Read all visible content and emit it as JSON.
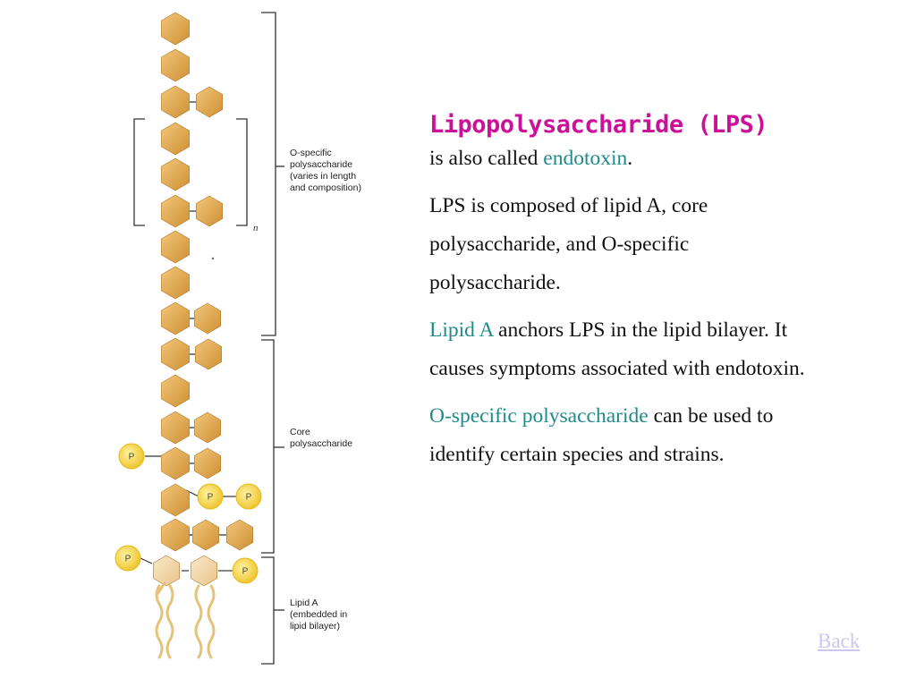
{
  "colors": {
    "title": "#cc1199",
    "accent": "#1f8a8a",
    "body_text": "#111111",
    "back_link": "#c8c8f0",
    "sugar_fill": "#e2a64c",
    "phosphate_fill": "#f5d84a"
  },
  "diagram": {
    "labels": {
      "o_specific": "O-specific\npolysaccharide\n(varies in length\nand composition)",
      "core": "Core\npolysaccharide",
      "lipid_a": "Lipid A\n(embedded in\nlipid bilayer)",
      "repeat_n": "n",
      "phosphate": "P"
    }
  },
  "slide": {
    "title": "Lipopolysaccharide (LPS)",
    "p1_text": "is also called ",
    "p1_term": "endotoxin",
    "p1_end": ".",
    "p2": "LPS is composed of lipid A, core polysaccharide, and O-specific polysaccharide.",
    "p3_term": "Lipid A",
    "p3_text": " anchors LPS in the lipid bilayer.  It causes symptoms associated with endotoxin.",
    "p4_term": "O-specific polysaccharide",
    "p4_text": " can be used to identify certain species and strains."
  },
  "back_link": "Back"
}
